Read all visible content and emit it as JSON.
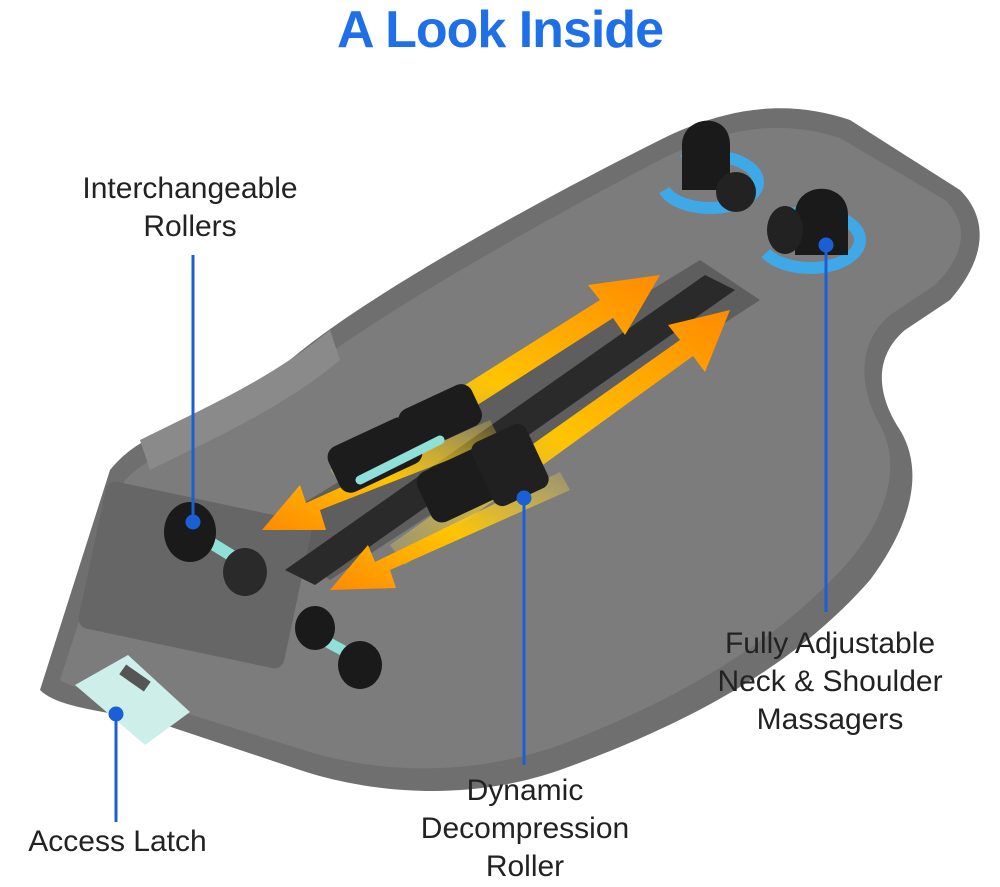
{
  "title": "A Look Inside",
  "labels": {
    "interchangeable_rollers": "Interchangeable\nRollers",
    "massagers": "Fully Adjustable\nNeck & Shoulder\nMassagers",
    "access_latch": "Access Latch",
    "decompression_roller": "Dynamic\nDecompression\nRoller"
  },
  "colors": {
    "title": "#1f6fe8",
    "callout": "#1a5fd6",
    "arrow": "#f5a000",
    "rotation": "#3fa9e8",
    "device": "#6f6f6f",
    "roller_axle": "#8fe0d8"
  }
}
